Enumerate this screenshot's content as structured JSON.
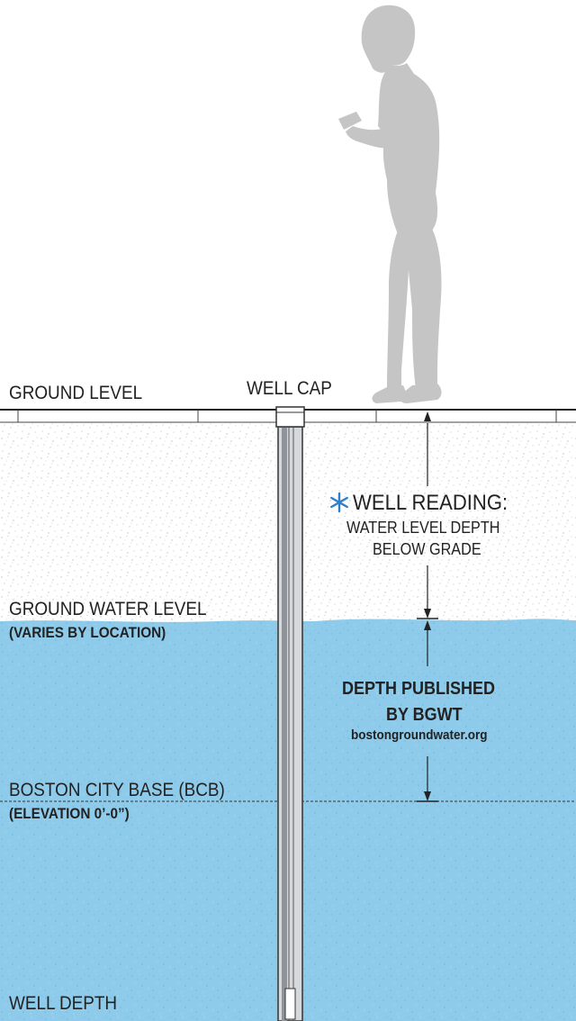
{
  "labels": {
    "ground_level": "GROUND LEVEL",
    "well_cap": "WELL CAP",
    "well_reading_title": "WELL READING:",
    "well_reading_line1": "WATER LEVEL DEPTH",
    "well_reading_line2": "BELOW GRADE",
    "ground_water_level": "GROUND WATER LEVEL",
    "ground_water_note": "(VARIES BY LOCATION)",
    "depth_published_line1": "DEPTH PUBLISHED",
    "depth_published_line2": "BY BGWT",
    "website": "bostongroundwater.org",
    "bcb_title": "BOSTON CITY BASE (BCB)",
    "bcb_elevation": "(ELEVATION 0’-0”)",
    "well_depth": "WELL DEPTH"
  },
  "icons": {
    "reading_marker": "asterisk-icon",
    "person": "person-silhouette-icon"
  },
  "colors": {
    "water": "#8ecbea",
    "soil_speckle": "#b7c1c8",
    "asterisk": "#2f7fc8",
    "person": "#c5c5c5",
    "pipe": "#9aa0a6"
  }
}
